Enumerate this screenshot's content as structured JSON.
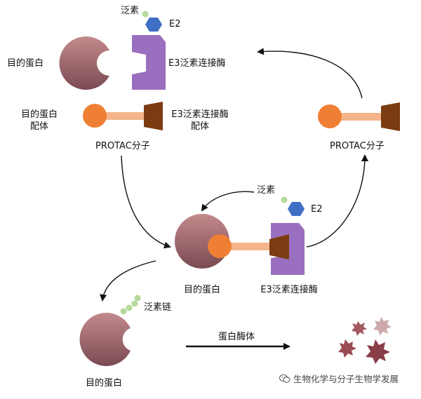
{
  "labels": {
    "ubiquitin_top": "泛素",
    "e2_top": "E2",
    "target_protein_top": "目的蛋白",
    "e3_ligase_top": "E3泛素连接酶",
    "target_ligand_line1": "目的蛋白",
    "target_ligand_line2": "配体",
    "e3_ligand_line1": "E3泛素连接酶",
    "e3_ligand_line2": "配体",
    "protac_left": "PROTAC分子",
    "protac_right": "PROTAC分子",
    "ubiquitin_mid": "泛素",
    "e2_mid": "E2",
    "target_protein_mid": "目的蛋白",
    "e3_ligase_mid": "E3泛素连接酶",
    "ubiquitin_chain": "泛素链",
    "proteasome": "蛋白酶体",
    "target_protein_bottom": "目的蛋白"
  },
  "watermark": "生物化学与分子生物学发展",
  "colors": {
    "protein_top": "#c38a8c",
    "protein_bottom": "#7a4a52",
    "e3": "#9a6fc0",
    "e2": "#3f6fc4",
    "ubiquitin": "#b5d99a",
    "ligand_ball": "#ef7f35",
    "linker": "#f5b48a",
    "e3_ligand": "#7b3c12",
    "fragment": "#9a4a52"
  },
  "icons": [
    "wechat-icon"
  ]
}
